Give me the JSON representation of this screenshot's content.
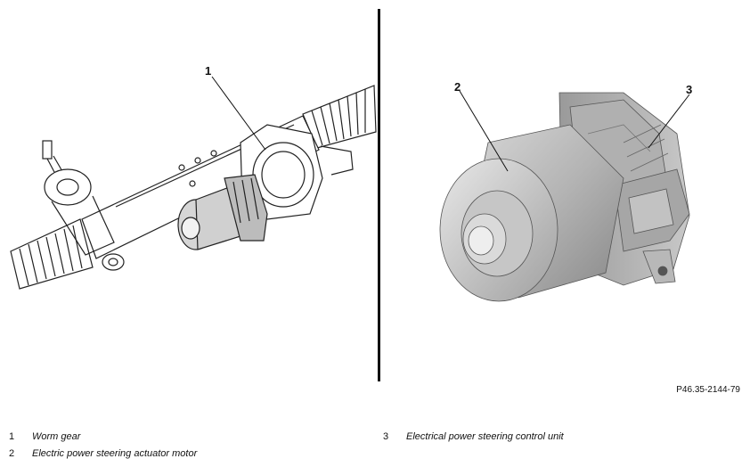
{
  "callouts": {
    "left_1": "1",
    "right_2": "2",
    "right_3": "3"
  },
  "reference_code": "P46.35-2144-79",
  "legend": [
    {
      "number": "1",
      "text": "Worm gear"
    },
    {
      "number": "2",
      "text": "Electric power steering actuator motor"
    },
    {
      "number": "3",
      "text": "Electrical power steering control unit"
    }
  ]
}
